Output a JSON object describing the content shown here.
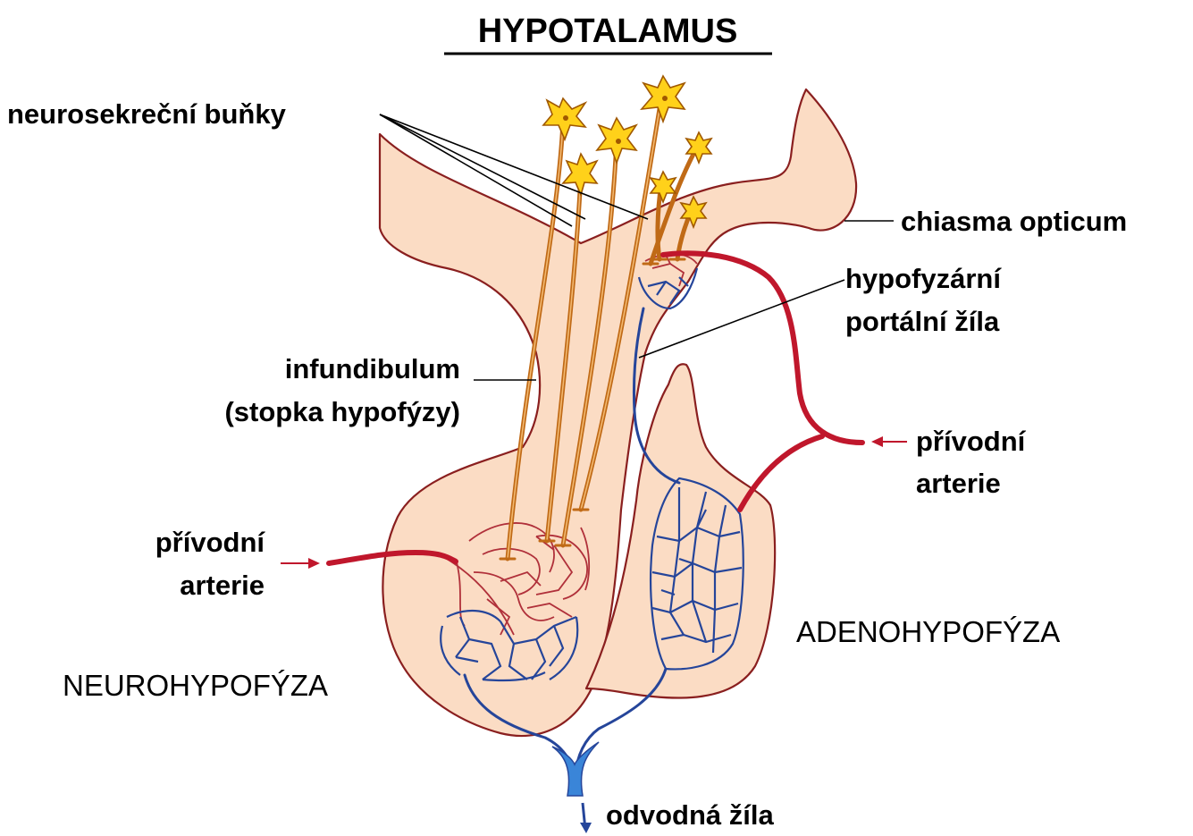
{
  "title": "HYPOTALAMUS",
  "labels": {
    "neurosecretory_cells": "neurosekreční buňky",
    "optic_chiasm": "chiasma opticum",
    "portal_vein_line1": "hypofyzární",
    "portal_vein_line2": "portální žíla",
    "infundibulum_line1": "infundibulum",
    "infundibulum_line2": "(stopka hypofýzy)",
    "artery_right_line1": "přívodní",
    "artery_right_line2": "arterie",
    "artery_left_line1": "přívodní",
    "artery_left_line2": "arterie",
    "adenohypophysis": "ADENOHYPOFÝZA",
    "neurohypophysis": "NEUROHYPOFÝZA",
    "efferent_vein": "odvodná žíla"
  },
  "colors": {
    "tissue": "#fbdcc4",
    "outline": "#8a1f1f",
    "artery": "#c0172c",
    "vein": "#25459a",
    "axon": "#c06a16",
    "neuron": "#ffd11a"
  }
}
